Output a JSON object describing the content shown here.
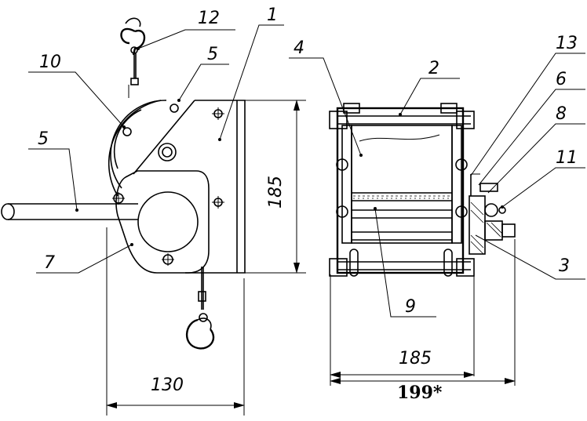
{
  "callouts": {
    "c1": "1",
    "c2": "2",
    "c3": "3",
    "c4": "4",
    "c5a": "5",
    "c5b": "5",
    "c6": "6",
    "c7": "7",
    "c8": "8",
    "c9": "9",
    "c10": "10",
    "c11": "11",
    "c12": "12",
    "c13": "13"
  },
  "dimensions": {
    "height_side": "185",
    "width_base": "130",
    "width_front": "185",
    "overall_width": "199*"
  }
}
